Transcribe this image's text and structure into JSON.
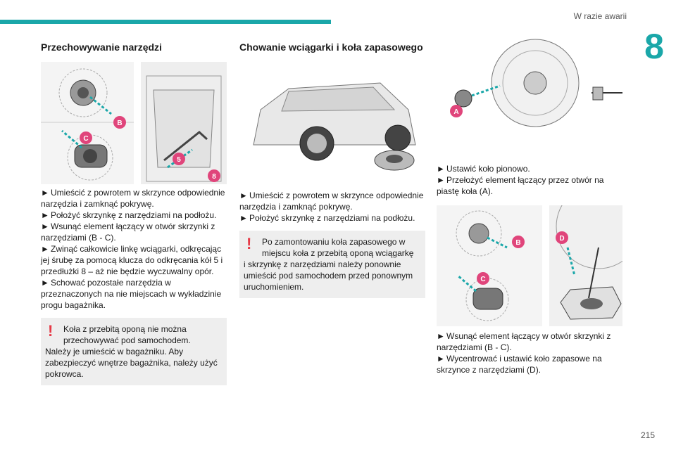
{
  "header": {
    "section": "W razie awarii",
    "chapter": "8"
  },
  "page_number": "215",
  "col1": {
    "title": "Przechowywanie narzędzi",
    "figure_labels": [
      "B",
      "C",
      "5",
      "8"
    ],
    "steps": [
      "Umieścić z powrotem w skrzynce odpowiednie narzędzia i zamknąć pokrywę.",
      "Położyć skrzynkę z narzędziami na podłożu.",
      "Wsunąć element łączący w otwór skrzynki z narzędziami (B - C).",
      "Zwinąć całkowicie linkę wciągarki, odkręcając jej śrubę za pomocą klucza do odkręcania kół 5 i przedłużki 8 – aż nie będzie wyczuwalny opór.",
      "Schować pozostałe narzędzia w przeznaczonych na nie miejscach w wykładzinie progu bagażnika."
    ],
    "warning_first": "Koła z przebitą oponą nie można przechowywać pod samochodem.",
    "warning_rest": "Należy je umieścić w bagażniku. Aby zabezpieczyć wnętrze bagażnika, należy użyć pokrowca."
  },
  "col2": {
    "title": "Chowanie wciągarki i koła zapasowego",
    "steps": [
      "Umieścić z powrotem w skrzynce odpowiednie narzędzia i zamknąć pokrywę.",
      "Położyć skrzynkę z narzędziami na podłożu."
    ],
    "warning_first": "Po zamontowaniu koła zapasowego w miejscu koła z przebitą oponą wciągarkę",
    "warning_rest": "i skrzynkę z narzędziami należy ponownie umieścić pod samochodem przed ponownym uruchomieniem."
  },
  "col3": {
    "figure1_labels": [
      "A"
    ],
    "steps1": [
      "Ustawić koło pionowo.",
      "Przełożyć element łączący przez otwór na piastę koła (A)."
    ],
    "figure2_labels": [
      "B",
      "C",
      "D"
    ],
    "steps2": [
      "Wsunąć element łączący w otwór skrzynki z narzędziami (B - C).",
      "Wycentrować i ustawić koło zapasowe na skrzynce z narzędziami (D)."
    ]
  },
  "colors": {
    "accent": "#1aa7a9",
    "callout": "#e0457b",
    "warning": "#e63946"
  },
  "icons": {
    "step_arrow": "►"
  }
}
